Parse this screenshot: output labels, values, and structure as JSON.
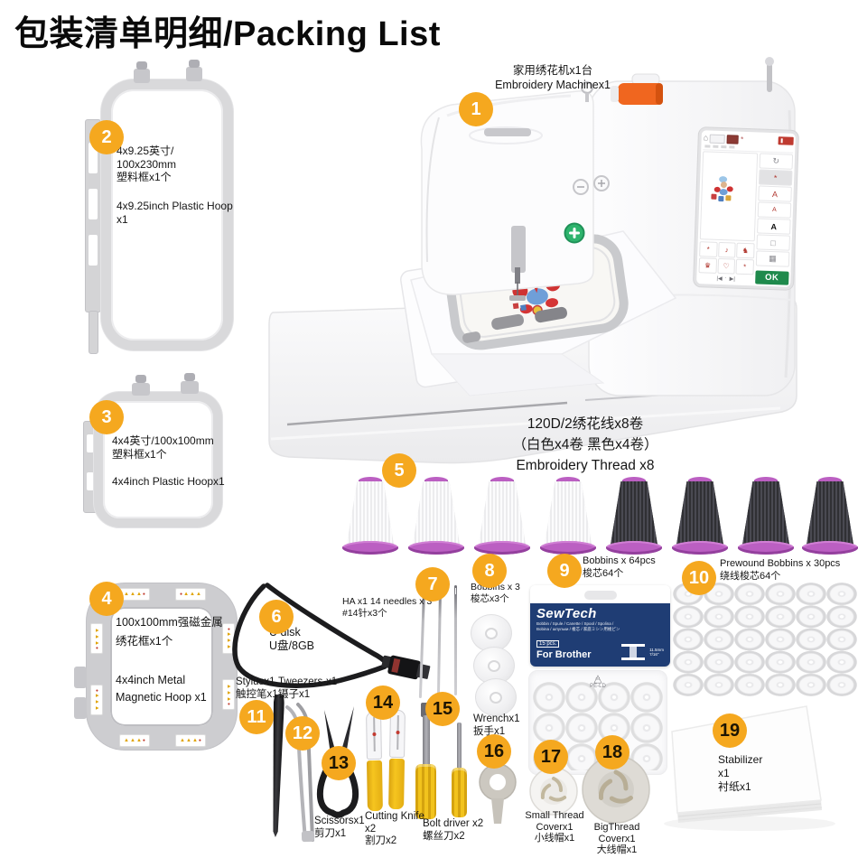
{
  "title": "包装清单明细/Packing List",
  "colors": {
    "badge_orange": "#F5A81F",
    "thread_purple": "#BB5FC2",
    "package_navy": "#1F3D74",
    "handle_yellow": "#F2C31D",
    "ok_green": "#1F8A4C"
  },
  "items": {
    "machine": {
      "num": "1",
      "cn": "家用绣花机x1台",
      "en": "Embroidery Machinex1"
    },
    "hoop_925": {
      "num": "2",
      "l1": "4x9.25英寸/",
      "l2": "100x230mm",
      "l3": "塑料框x1个",
      "l4": "4x9.25inch Plastic Hoop",
      "l5": "x1"
    },
    "hoop_44": {
      "num": "3",
      "l1": "4x4英寸/100x100mm",
      "l2": "塑料框x1个",
      "l3": "4x4inch Plastic Hoopx1"
    },
    "hoop_mag": {
      "num": "4",
      "l1": "100x100mm强磁金属",
      "l2": "绣花框x1个",
      "l3": "4x4inch Metal",
      "l4": "Magnetic Hoop x1"
    },
    "thread": {
      "num": "5",
      "l1": "120D/2绣花线x8卷",
      "l2": "（白色x4卷 黑色x4卷）",
      "l3": "Embroidery Thread x8"
    },
    "udisk": {
      "num": "6",
      "l1": "U disk",
      "l2": "U盘/8GB"
    },
    "needles": {
      "num": "7",
      "l1": "HA  x1  14 needles x 3",
      "l2": "#14针x3个"
    },
    "bobbins3": {
      "num": "8",
      "l1": "Bobbins x 3",
      "l2": "梭芯x3个"
    },
    "bobbins64": {
      "num": "9",
      "l1": "Bobbins x 64pcs",
      "l2": "梭芯64个"
    },
    "prewound": {
      "num": "10",
      "l1": "Prewound Bobbins x 30pcs",
      "l2": "绕线梭芯64个"
    },
    "stylus": {
      "num": "11",
      "l1": "Stylusx1",
      "l2": "触控笔x1"
    },
    "tweezers": {
      "num": "12",
      "l1": "Tweezers-x1",
      "l2": "镊子x1"
    },
    "scissors": {
      "num": "13",
      "l1": "Scissorsx1",
      "l2": "剪刀x1"
    },
    "knife": {
      "num": "14",
      "l1": "Cutting Knife",
      "l2": "x2",
      "l3": "割刀x2"
    },
    "driver": {
      "num": "15",
      "l1": "Bolt driver x2",
      "l2": "螺丝刀x2"
    },
    "wrench": {
      "num": "16",
      "l1": "Wrenchx1",
      "l2": "扳手x1"
    },
    "small_cover": {
      "num": "17",
      "l1": "Small Thread",
      "l2": "Coverx1",
      "l3": "小线帽x1"
    },
    "big_cover": {
      "num": "18",
      "l1": "BigThread",
      "l2": "Coverx1",
      "l3": "大线帽x1"
    },
    "stabilizer": {
      "num": "19",
      "l1": "Stabilizer",
      "l2": "x1",
      "l3": "衬纸x1"
    }
  },
  "sewtech": {
    "brand": "SewTech",
    "line1": "Bobbin / Spule / Canette / Spool / Spolina /",
    "line2": "Bobina / шпульки / 梭芯 / 家庭ミシン用梭ピン",
    "qty": "15 pcs.",
    "brother": "For Brother",
    "size_mm": "11.5mm",
    "size_in": "7/16\"",
    "bag_code": "04",
    "bag_material": "PE-LD"
  },
  "screen": {
    "ok": "OK"
  }
}
